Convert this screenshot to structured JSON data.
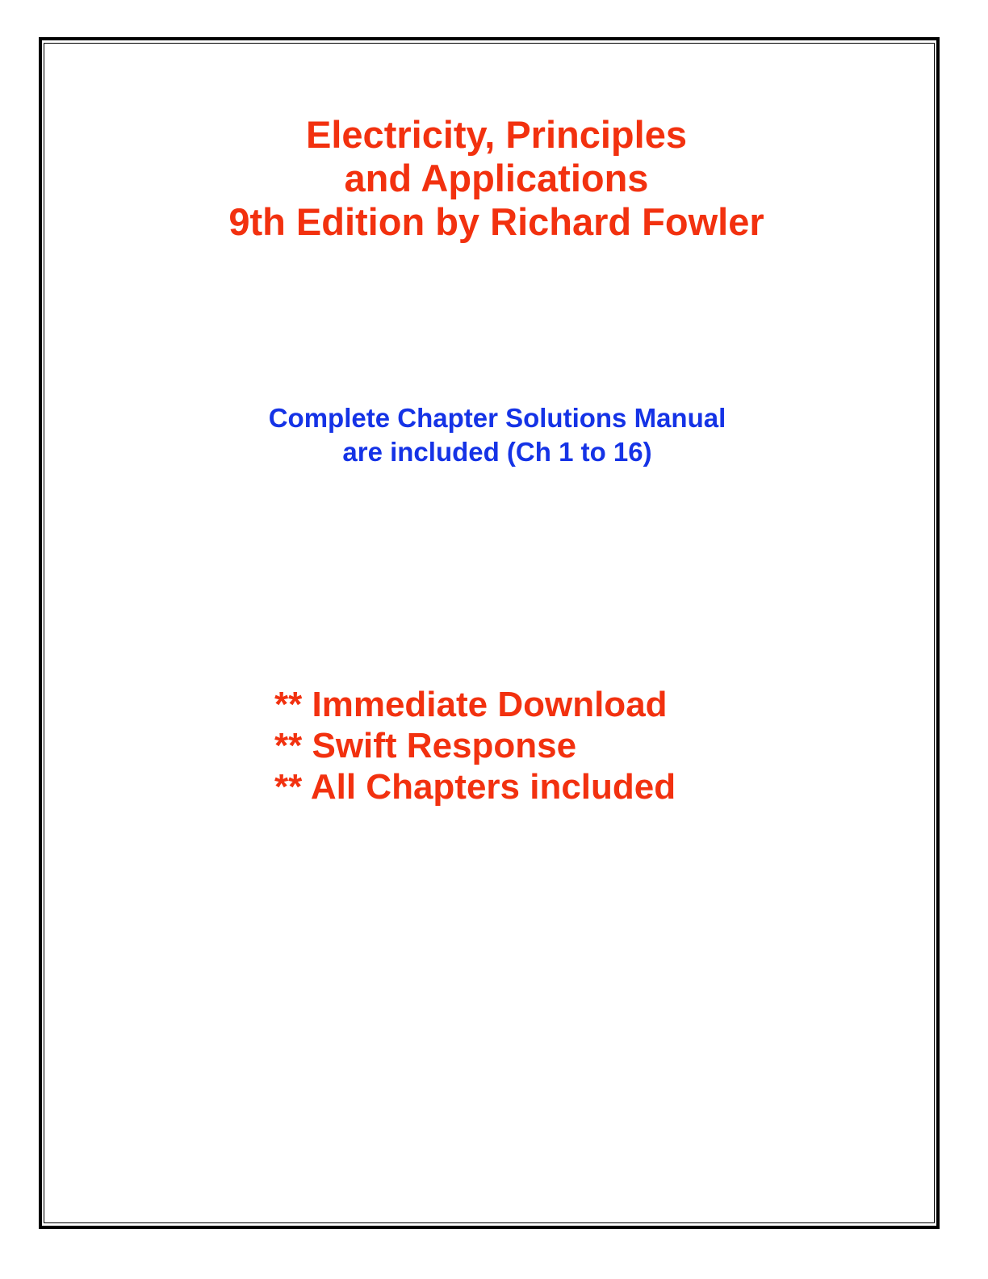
{
  "title": {
    "lines": [
      "Electricity, Principles",
      "and Applications",
      "9th Edition by Richard Fowler"
    ],
    "color": "#f2310f"
  },
  "subtitle": {
    "lines": [
      "Complete Chapter Solutions Manual",
      "are included (Ch 1 to 16)"
    ],
    "color": "#1533e6"
  },
  "features": {
    "items": [
      "** Immediate Download",
      "** Swift Response",
      "** All Chapters included"
    ],
    "color": "#f2310f"
  }
}
